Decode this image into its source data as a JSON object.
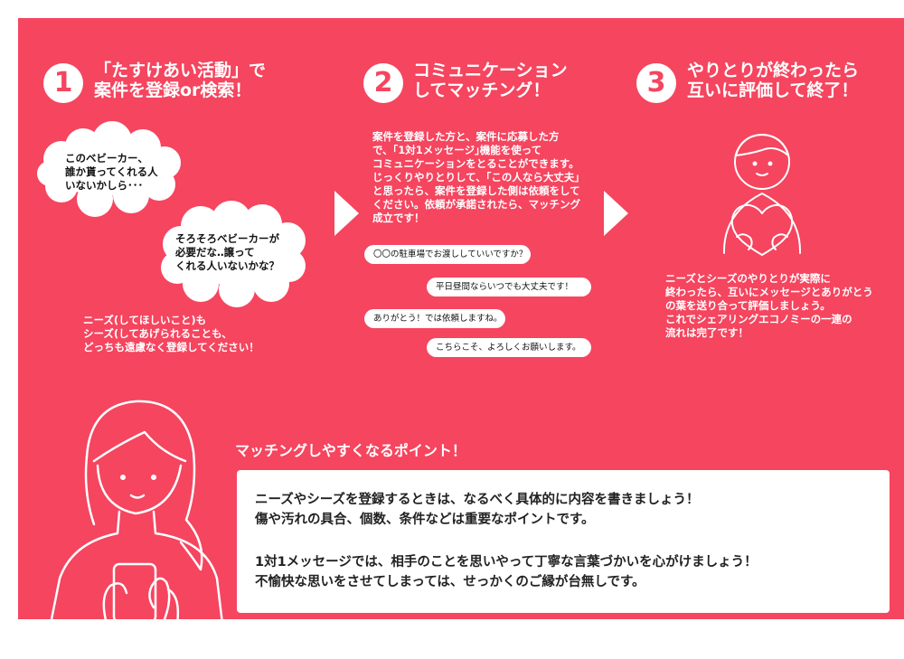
{
  "step1": {
    "number": "1",
    "title_lines": [
      "「たすけあい活動」で",
      "案件を登録or検索！"
    ],
    "bubble1_lines": [
      "このベビーカー、",
      "誰か貰ってくれる人",
      "いないかしら･･･"
    ],
    "bubble2_lines": [
      "そろそろベビーカーが",
      "必要だな‥譲って",
      "くれる人いないかな？"
    ],
    "note_lines": [
      "ニーズ(してほしいこと)も",
      "シーズ(してあげられることも、",
      "どっちも遠慮なく登録してください！"
    ]
  },
  "step2": {
    "number": "2",
    "title_lines": [
      "コミュニケーション",
      "してマッチング！"
    ],
    "desc_lines": [
      "案件を登録した方と、案件に応募した方",
      "で、｢1対1メッセージ｣機能を使って",
      "コミュニケーションをとることができます。",
      "じっくりやりとりして、｢この人なら大丈夫｣",
      "と思ったら、案件を登録した側は依頼をして",
      "ください。依頼が承諾されたら、マッチング",
      "成立です！"
    ],
    "chats": [
      "〇〇の駐車場でお渡ししていいですか？",
      "平日昼間ならいつでも大丈夫です！",
      "ありがとう！では依頼しますね。",
      "こちらこそ、よろしくお願いします。"
    ]
  },
  "step3": {
    "number": "3",
    "title_lines": [
      "やりとりが終わったら",
      "互いに評価して終了！"
    ],
    "desc_lines": [
      "ニーズとシーズのやりとりが実際に",
      "終わったら、互いにメッセージとありがとう",
      "の葉を送り合って評価しましょう。",
      "これでシェアリングエコノミーの一連の",
      "流れは完了です！"
    ]
  },
  "tips": {
    "heading": "マッチングしやすくなるポイント！",
    "lines": [
      "ニーズやシーズを登録するときは、なるべく具体的に内容を書きましょう！",
      "傷や汚れの具合、個数、条件などは重要なポイントです。",
      "1対1メッセージでは、相手のことを思いやって丁寧な言葉づかいを心がけましょう！",
      "不愉快な思いをさせてしまっては、せっかくのご縁が台無しです。"
    ]
  },
  "colors": {
    "panel": "#f5455f",
    "white": "#ffffff",
    "text_dark": "#222222"
  },
  "icons": [
    "arrow-right-icon",
    "person-heart-icon",
    "woman-phone-icon",
    "cloud-bubble-icon"
  ]
}
